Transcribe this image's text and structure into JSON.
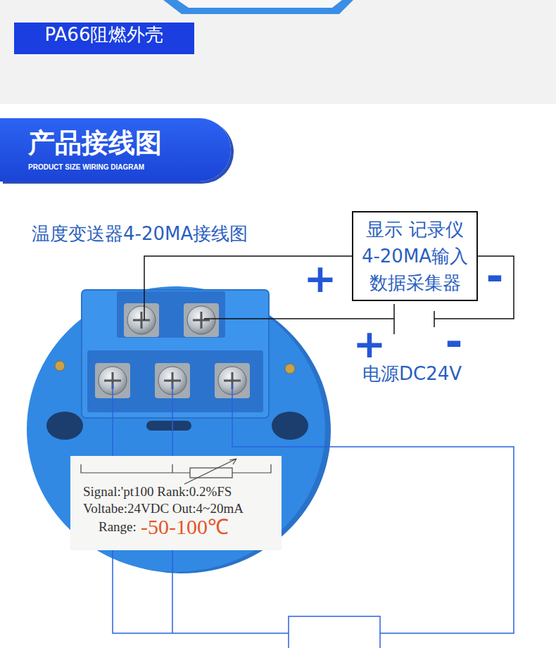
{
  "diagram": {
    "title": "温度变送器4-20MA接线图",
    "nodes": [
      {
        "text": [
          "PA66阻燃外壳"
        ]
      },
      {
        "text": [
          "产品接线图",
          "PRODUCT SIZE WIRING DIAGRAM"
        ]
      },
      {
        "text": [
          "显示 记录仪 4-20MA输入 数据采集器"
        ]
      },
      {
        "text": [
          "Signal:'pt100 Rank:0.2%FS",
          "Voltabe:24VDC Out:4~20mA",
          "Range:",
          "-50-100℃"
        ]
      }
    ],
    "labels": [
      "+",
      "-",
      "+",
      "-",
      "电源DC24V"
    ]
  }
}
